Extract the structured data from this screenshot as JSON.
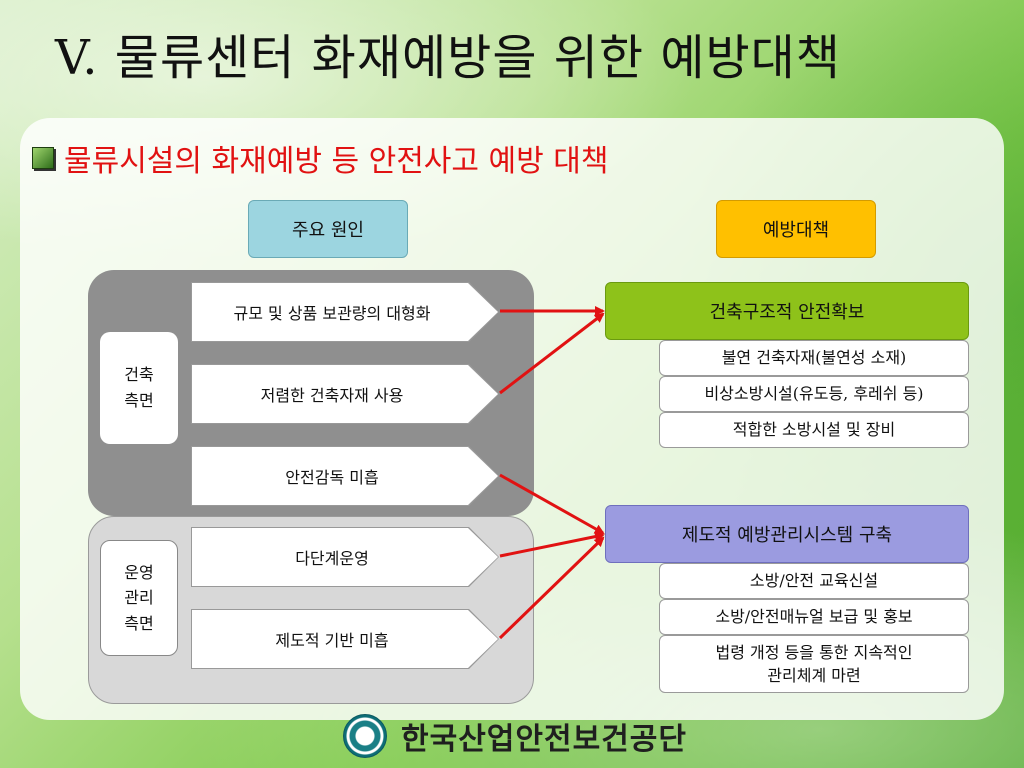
{
  "slide": {
    "title": "V. 물류센터 화재예방을 위한 예방대책",
    "subtitle": "물류시설의 화재예방 등 안전사고 예방 대책"
  },
  "headers": {
    "causes": "주요 원인",
    "prevention": "예방대책"
  },
  "categories": {
    "building": "건축\n측면",
    "operations": "운영\n관리\n측면"
  },
  "causes": [
    "규모 및 상품 보관량의 대형화",
    "저렴한 건축자재 사용",
    "안전감독 미흡",
    "다단계운영",
    "제도적 기반 미흡"
  ],
  "measures": {
    "structural": {
      "title": "건축구조적 안전확보",
      "items": [
        "불연 건축자재(불연성 소재)",
        "비상소방시설(유도등, 후레쉬 등)",
        "적합한 소방시설 및 장비"
      ]
    },
    "system": {
      "title": "제도적 예방관리시스템 구축",
      "items": [
        "소방/안전 교육신설",
        "소방/안전매뉴얼 보급 및 홍보",
        "법령 개정 등을 통한 지속적인\n관리체계 마련"
      ]
    }
  },
  "logo": {
    "text": "한국산업안전보건공단"
  },
  "colors": {
    "subtitle": "#e11212",
    "arrow": "#e11212",
    "causes_header": "#9cd5e0",
    "prevention_header": "#ffc000",
    "structural_header": "#8ec21a",
    "system_header": "#9b9be0"
  }
}
